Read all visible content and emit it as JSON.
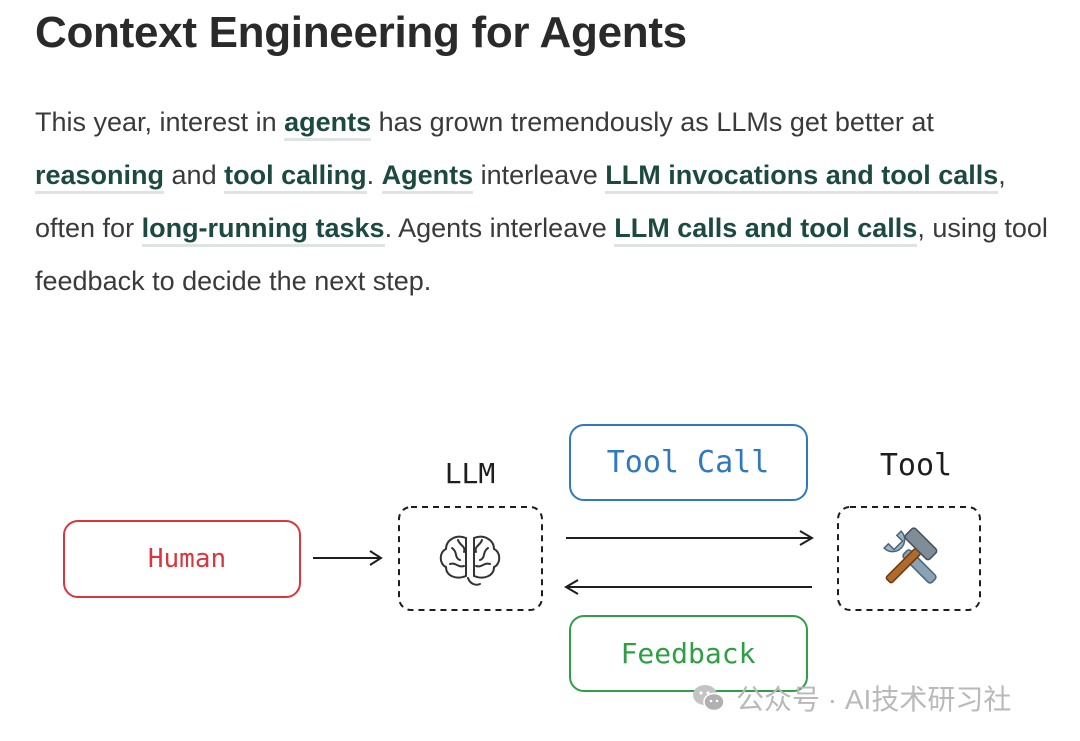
{
  "article": {
    "title": "Context Engineering for Agents",
    "intro": {
      "t1": "This year, interest in ",
      "link_agents": "agents",
      "t2": " has grown tremendously as LLMs get better at ",
      "link_reasoning": "reasoning",
      "t3": " and ",
      "link_tool_calling": "tool calling",
      "t4": ". ",
      "link_agents_2": "Agents",
      "t5": " interleave ",
      "link_llm_invocations": "LLM invocations and tool calls",
      "t6": ", often for ",
      "link_long_running": "long-running tasks",
      "t7": ". Agents interleave ",
      "link_llm_calls": "LLM calls and tool calls",
      "t8": ", using tool feedback to decide the next step."
    }
  },
  "diagram": {
    "human_label": "Human",
    "llm_label": "LLM",
    "tool_label": "Tool",
    "tool_call_label": "Tool Call",
    "feedback_label": "Feedback",
    "brain_icon": "brain-icon",
    "tools_icon": "hammer-wrench-icon",
    "colors": {
      "human": "#d9363e",
      "tool_call": "#2f79c0",
      "feedback": "#2f9e44",
      "ink": "#1e1e1e"
    }
  },
  "watermark": {
    "text": "公众号 · AI技术研习社",
    "icon": "wechat-icon"
  }
}
